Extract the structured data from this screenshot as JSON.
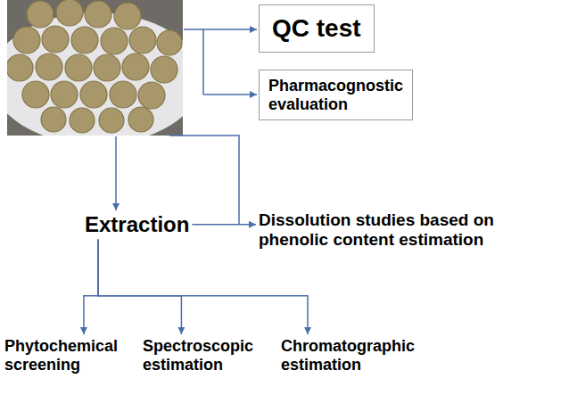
{
  "diagram": {
    "nodes": [
      {
        "text": [
          "QC test"
        ]
      },
      {
        "text": [
          "Pharmacognostic evaluation"
        ]
      },
      {
        "text": [
          "Extraction"
        ]
      },
      {
        "text": [
          "Dissolution studies based on phenolic content estimation"
        ]
      },
      {
        "text": [
          "Phytochemical screening"
        ]
      },
      {
        "text": [
          "Spectroscopic estimation"
        ]
      },
      {
        "text": [
          "Chromatographic estimation"
        ]
      }
    ],
    "edges": [
      {
        "from": 2,
        "to": 3,
        "arrow": "to"
      },
      {
        "from": 2,
        "to": 4,
        "arrow": "to"
      },
      {
        "from": 2,
        "to": 5,
        "arrow": "to"
      },
      {
        "from": 2,
        "to": 6,
        "arrow": "to"
      }
    ]
  }
}
